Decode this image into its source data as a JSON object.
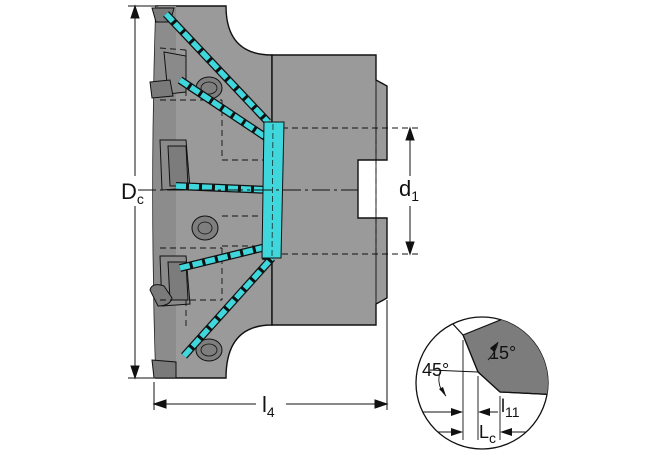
{
  "labels": {
    "dc_main": "D",
    "dc_sub": "c",
    "d1_main": "d",
    "d1_sub": "1",
    "l4_main": "l",
    "l4_sub": "4",
    "angle_15": "15°",
    "angle_45": "45°",
    "l11_main": "l",
    "l11_sub": "11",
    "lc_main": "L",
    "lc_sub": "c"
  },
  "colors": {
    "body": "#9a9a9a",
    "body_dark": "#8a8a8a",
    "coolant": "#3fd6dc",
    "insert": "#7c7c7c",
    "hole": "#7a7a7a",
    "outline": "#111111",
    "background": "#ffffff"
  }
}
